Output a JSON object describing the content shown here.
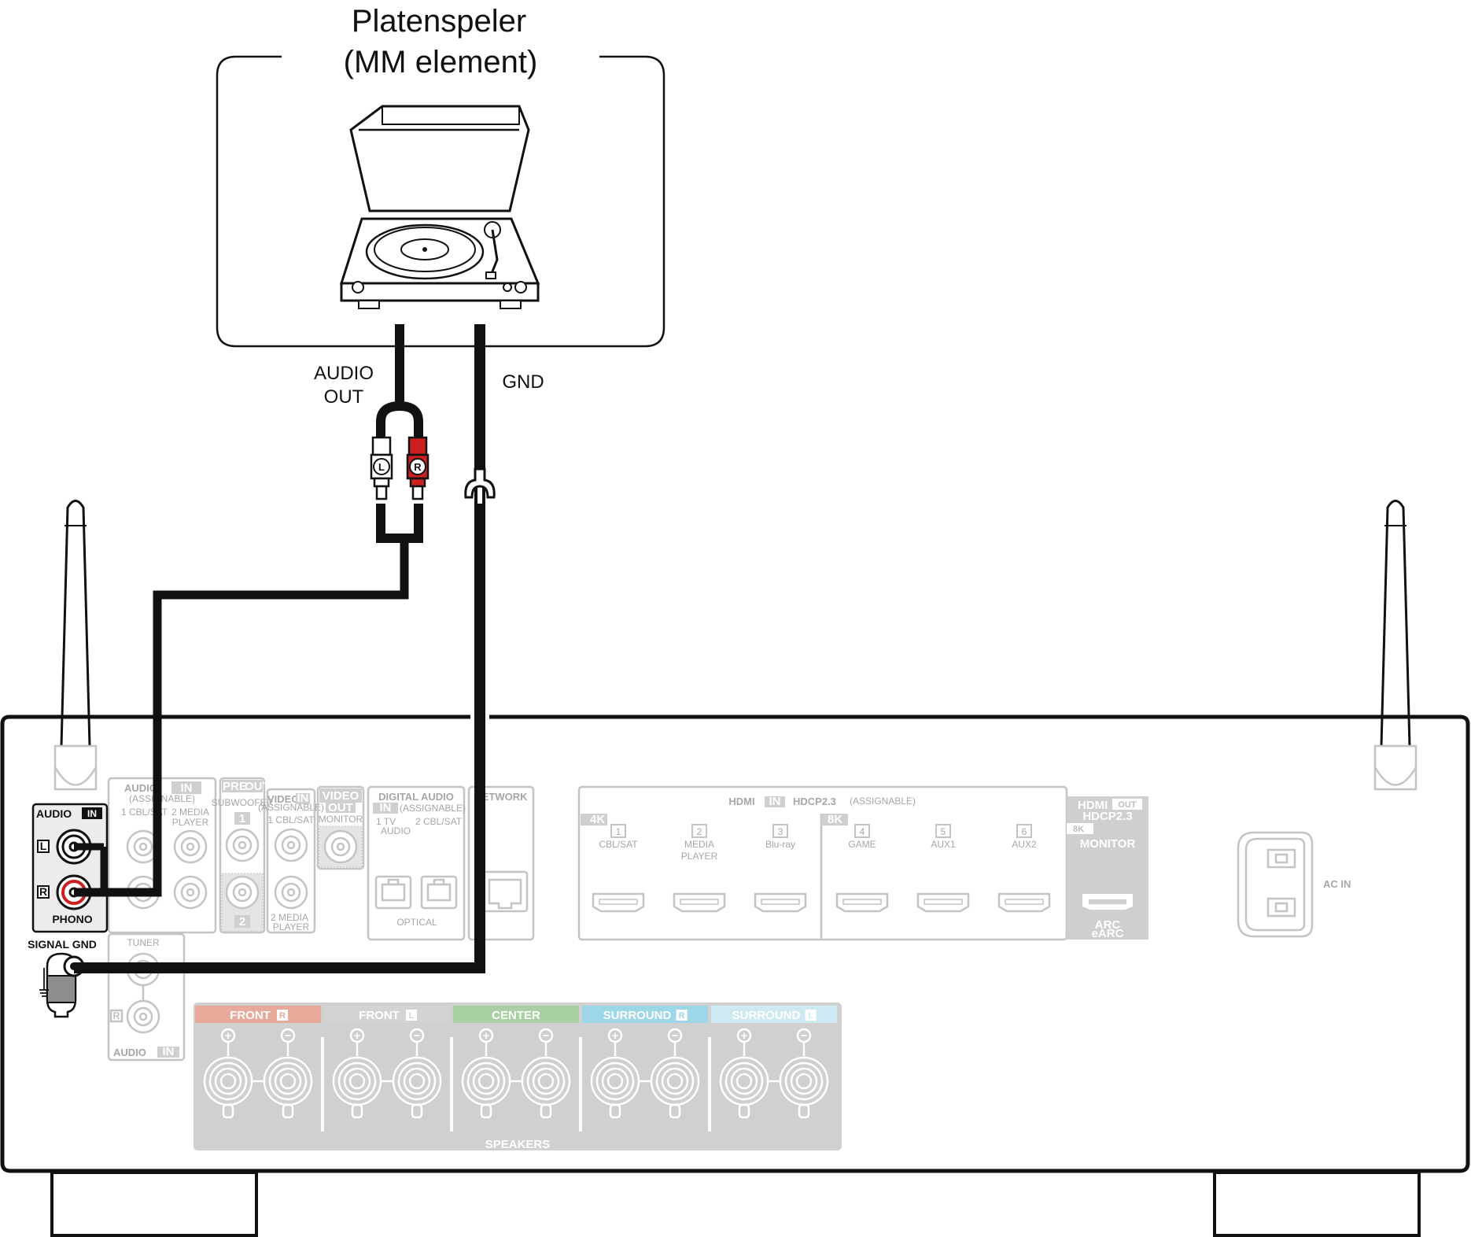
{
  "device": {
    "title_line1": "Platenspeler",
    "title_line2": "(MM element)",
    "audio_out_line1": "AUDIO",
    "audio_out_line2": "OUT",
    "gnd": "GND",
    "plug_left": "L",
    "plug_right": "R"
  },
  "receiver": {
    "phono": {
      "audio": "AUDIO",
      "in": "IN",
      "l": "L",
      "r": "R",
      "name": "PHONO",
      "signal_gnd": "SIGNAL GND"
    },
    "audio_in": {
      "audio": "AUDIO",
      "in": "IN",
      "assignable": "(ASSIGNABLE)",
      "col1": "1 CBL/SAT",
      "col2_line1": "2 MEDIA",
      "col2_line2": "PLAYER"
    },
    "pre_out": {
      "pre": "PRE",
      "out": "OUT",
      "subwoofer": "SUBWOOFER",
      "num1": "1",
      "num2": "2"
    },
    "video_in": {
      "video": "VIDEO",
      "in": "IN",
      "assignable": "(ASSIGNABLE)",
      "top": "1 CBL/SAT",
      "bottom_line1": "2 MEDIA",
      "bottom_line2": "PLAYER"
    },
    "video_out": {
      "video": "VIDEO",
      "out": "OUT",
      "monitor": "MONITOR"
    },
    "digital_audio": {
      "title": "DIGITAL AUDIO",
      "in": "IN",
      "assignable": "(ASSIGNABLE)",
      "tv_line1": "1 TV",
      "tv_line2": "AUDIO",
      "cbl": "2 CBL/SAT",
      "optical": "OPTICAL"
    },
    "network": "NETWORK",
    "hdmi_in": {
      "hdmi": "HDMI",
      "in": "IN",
      "hdcp": "HDCP2.3",
      "assignable": "(ASSIGNABLE)",
      "badge_4k": "4K",
      "badge_8k": "8K",
      "ports": [
        {
          "num": "1",
          "line1": "CBL/SAT",
          "line2": ""
        },
        {
          "num": "2",
          "line1": "MEDIA",
          "line2": "PLAYER"
        },
        {
          "num": "3",
          "line1": "Blu-ray",
          "line2": ""
        },
        {
          "num": "4",
          "line1": "GAME",
          "line2": ""
        },
        {
          "num": "5",
          "line1": "AUX1",
          "line2": ""
        },
        {
          "num": "6",
          "line1": "AUX2",
          "line2": ""
        }
      ]
    },
    "hdmi_out": {
      "hdmi": "HDMI",
      "out": "OUT",
      "hdcp": "HDCP2.3",
      "badge_8k": "8K",
      "monitor": "MONITOR",
      "arc": "ARC",
      "earc": "eARC"
    },
    "ac_in": "AC IN",
    "tuner": {
      "name": "TUNER",
      "r": "R",
      "audio": "AUDIO",
      "in": "IN"
    },
    "speakers": {
      "title": "SPEAKERS",
      "plus": "+",
      "minus": "−",
      "groups": [
        {
          "name": "FRONT",
          "side": "R",
          "color": "#e8a99a"
        },
        {
          "name": "FRONT",
          "side": "L",
          "color": "#d3d3d3"
        },
        {
          "name": "CENTER",
          "side": "",
          "color": "#a9d0a2"
        },
        {
          "name": "SURROUND",
          "side": "R",
          "color": "#9dd6e7"
        },
        {
          "name": "SURROUND",
          "side": "L",
          "color": "#cfe9f2"
        }
      ]
    }
  },
  "colors": {
    "cable": "#111111",
    "plug_red": "#cc1f1f",
    "ghost_gray": "#c4c4c4"
  }
}
